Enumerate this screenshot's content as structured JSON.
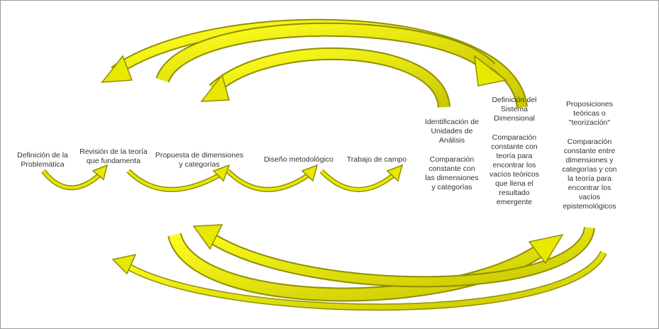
{
  "colors": {
    "arrow_fill": "#e8e800",
    "arrow_edge": "#8f8f00"
  },
  "steps": [
    {
      "title": "Definición de la Problemática"
    },
    {
      "title": "Revisión de la teoría que fundamenta"
    },
    {
      "title": "Propuesta de dimensiones y categorías"
    },
    {
      "title": "Diseño metodológico"
    },
    {
      "title": "Trabajo de campo"
    }
  ],
  "phases": [
    {
      "title": "Identificación de Unidades de Análisis",
      "desc": "Comparación constante con las dimensiones y categorías"
    },
    {
      "title": "Definición del Sistema Dimensional",
      "desc": "Comparación constante con teoría para encontrar los vacíos teóricos que llena el resultado emergente"
    },
    {
      "title": "Proposiciones teóricas o \"teorización\"",
      "desc": "Comparación constante entre dimensiones y categorías y con la teoría para encontrar los vacíos epistemológicos"
    }
  ]
}
